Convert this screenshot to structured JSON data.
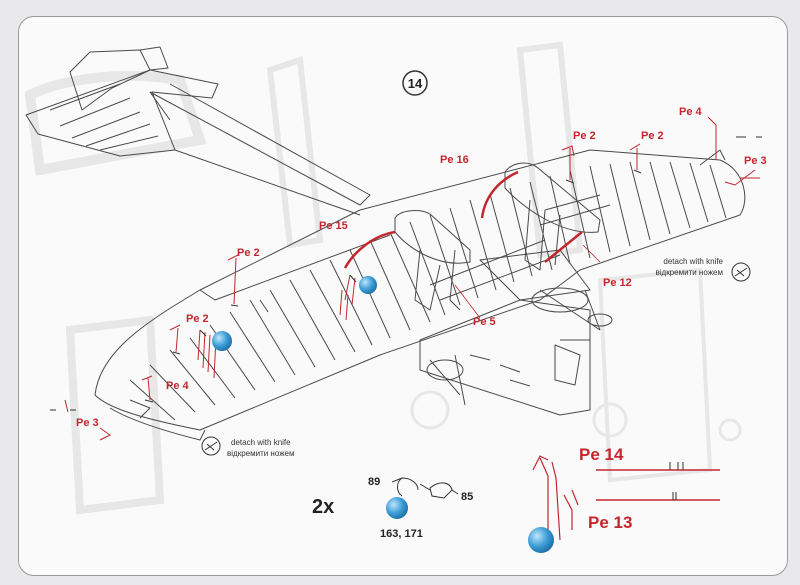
{
  "step": {
    "number": "14"
  },
  "labels": {
    "pe2_a": "Pe 2",
    "pe2_b": "Pe 2",
    "pe2_c": "Pe 2",
    "pe2_d": "Pe 2",
    "pe3_left": "Pe 3",
    "pe3_right": "Pe 3",
    "pe4_left": "Pe 4",
    "pe4_right": "Pe 4",
    "pe5": "Pe 5",
    "pe12": "Pe 12",
    "pe15": "Pe 15",
    "pe16": "Pe 16",
    "pe14": "Pe 14",
    "pe13": "Pe 13"
  },
  "notes": {
    "detach_left_en": "detach with knife",
    "detach_left_ua": "відкремити ножем",
    "detach_right_en": "detach with knife",
    "detach_right_ua": "відкремити ножем"
  },
  "parts": {
    "multiplier": "2x",
    "p89": "89",
    "p85": "85",
    "p163_171": "163, 171"
  },
  "colors": {
    "accent_red": "#c3272d",
    "lens_blue": "#3f9fd8",
    "line": "#4a4a4a"
  }
}
